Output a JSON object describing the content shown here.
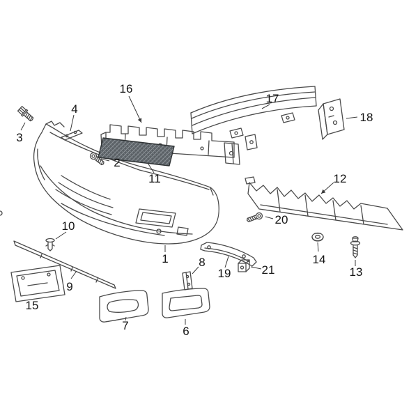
{
  "diagram": {
    "colors": {
      "background": "#ffffff",
      "line": "#4a4a4a",
      "label": "#141414",
      "mesh_fill": "#5a6065",
      "mesh_hatch": "#8f969b",
      "leader": "#3a3a3a"
    },
    "callouts": {
      "c1": {
        "label": "1"
      },
      "c2": {
        "label": "2"
      },
      "c3": {
        "label": "3"
      },
      "c4": {
        "label": "4"
      },
      "c6": {
        "label": "6"
      },
      "c7": {
        "label": "7"
      },
      "c8": {
        "label": "8"
      },
      "c9": {
        "label": "9"
      },
      "c10": {
        "label": "10"
      },
      "c11": {
        "label": "11"
      },
      "c12": {
        "label": "12"
      },
      "c13": {
        "label": "13"
      },
      "c14": {
        "label": "14"
      },
      "c15": {
        "label": "15"
      },
      "c16": {
        "label": "16"
      },
      "c17": {
        "label": "17"
      },
      "c18": {
        "label": "18"
      },
      "c19": {
        "label": "19"
      },
      "c20": {
        "label": "20"
      },
      "c21": {
        "label": "21"
      }
    }
  }
}
